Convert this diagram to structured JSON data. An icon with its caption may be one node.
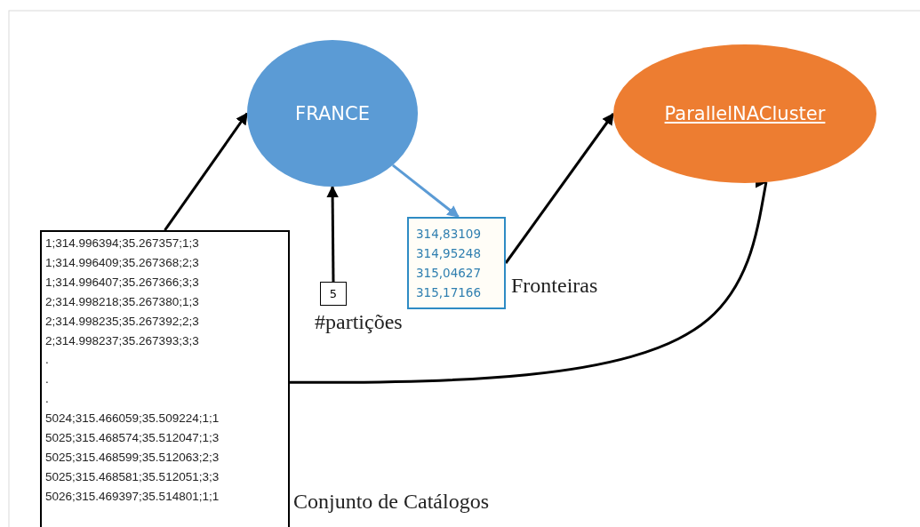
{
  "diagram": {
    "nodes": [
      {
        "text": [
          "FRANCE"
        ]
      },
      {
        "text": [
          "ParallelNACluster"
        ]
      },
      {
        "text": [
          "1;314.996394;35.267357;1;3",
          "1;314.996409;35.267368;2;3",
          "1;314.996407;35.267366;3;3",
          "2;314.998218;35.267380;1;3",
          "2;314.998235;35.267392;2;3",
          "2;314.998237;35.267393;3;3",
          ".",
          ".",
          ".",
          "5024;315.466059;35.509224;1;1",
          "5025;315.468574;35.512047;1;3",
          "5025;315.468599;35.512063;2;3",
          "5025;315.468581;35.512051;3;3",
          "5026;315.469397;35.514801;1;1"
        ],
        "beside": [
          "Conjunto de Catálogos"
        ]
      },
      {
        "text": [
          "5"
        ],
        "beside": [
          "#partições"
        ]
      },
      {
        "text": [
          "314,83109",
          "314,95248",
          "315,04627",
          "315,17166"
        ],
        "beside": [
          "Fronteiras"
        ]
      }
    ],
    "edges": [
      {
        "from": 2,
        "to": 0,
        "arrow": "to"
      },
      {
        "from": 3,
        "to": 0,
        "arrow": "to"
      },
      {
        "from": 0,
        "to": 4,
        "arrow": "to",
        "color": "#5b9bd5"
      },
      {
        "from": 4,
        "to": 1,
        "arrow": "to"
      },
      {
        "from": 2,
        "to": 1,
        "arrow": "to"
      }
    ]
  }
}
